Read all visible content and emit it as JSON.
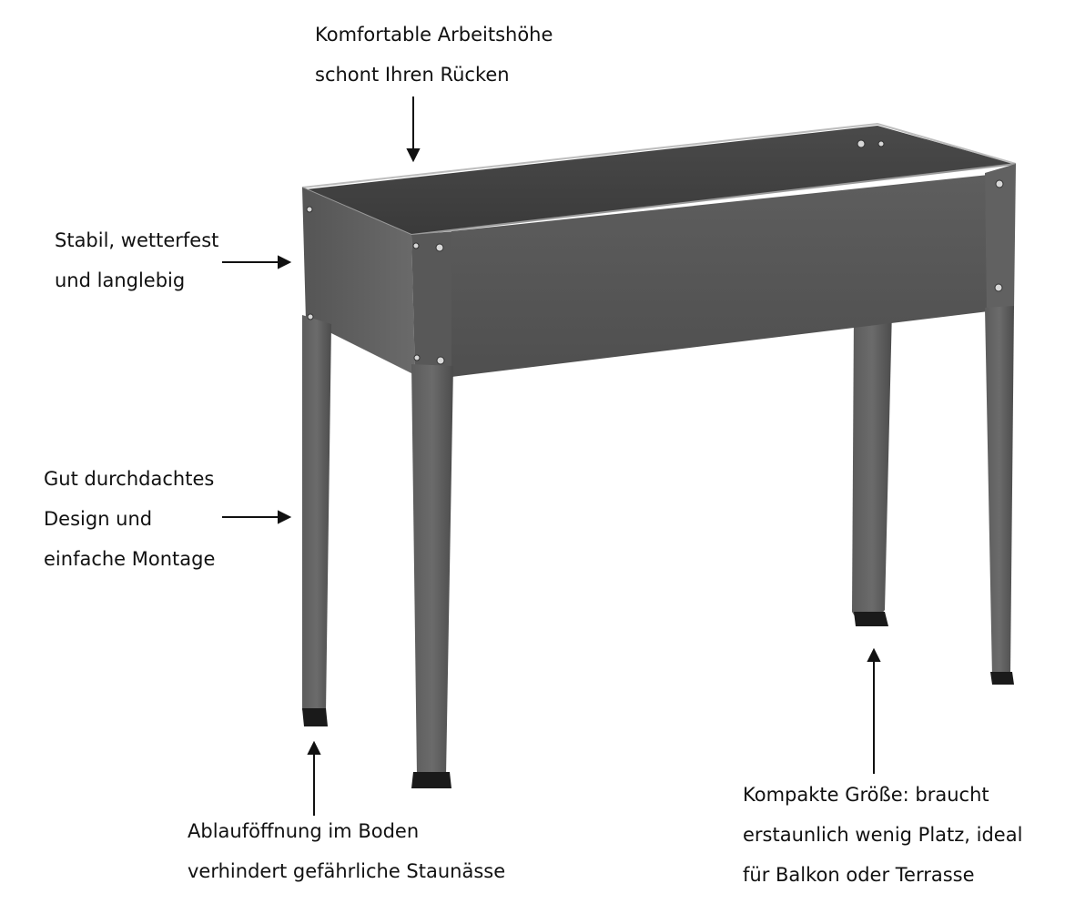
{
  "callouts": {
    "top": {
      "line1": "Komfortable Arbeitshöhe",
      "line2": "schont Ihren Rücken"
    },
    "stable": {
      "line1": "Stabil, wetterfest",
      "line2": "und langlebig"
    },
    "design": {
      "line1": "Gut durchdachtes",
      "line2": "Design und",
      "line3": "einfache Montage"
    },
    "drain": {
      "line1": "Ablauföffnung im Boden",
      "line2": "verhindert gefährliche Staunässe"
    },
    "compact": {
      "line1": "Kompakte Größe: braucht",
      "line2": "erstaunlich wenig Platz, ideal",
      "line3": "für Balkon oder Terrasse"
    }
  },
  "colors": {
    "metal": "#5a5a5a",
    "metal_dark": "#3e3e3e",
    "metal_light": "#6e6e6e",
    "foot": "#1a1a1a",
    "arrow": "#111111"
  }
}
